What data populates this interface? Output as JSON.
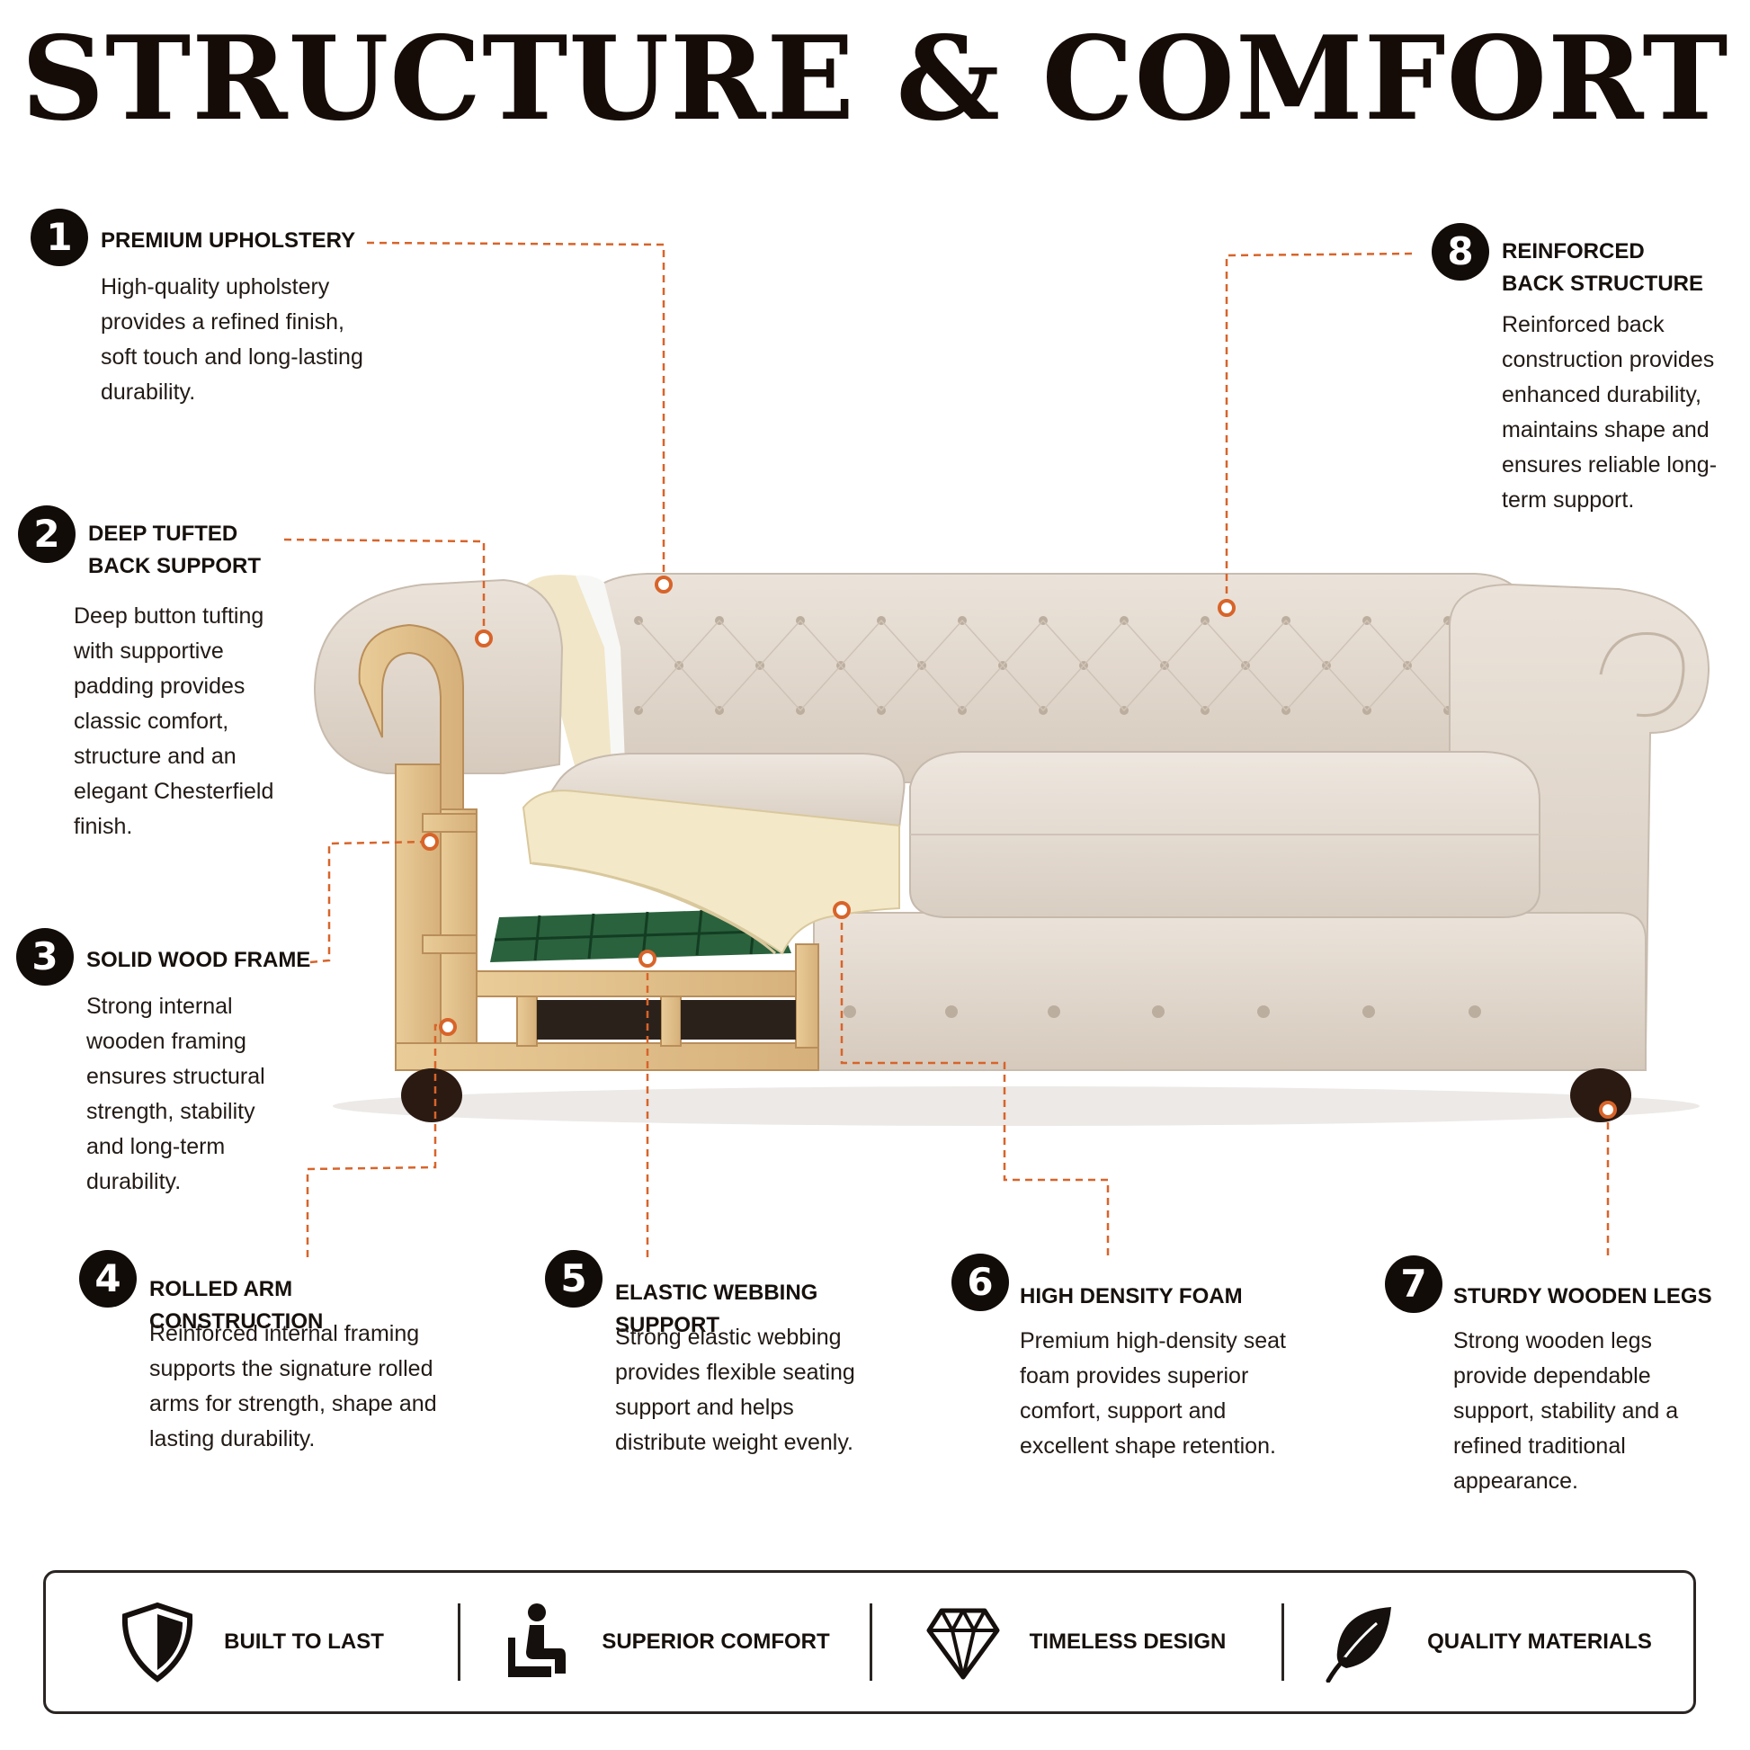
{
  "title": "STRUCTURE & COMFORT",
  "colors": {
    "leader": "#d8642a",
    "badge": "#120c09",
    "fabric": "#e4dbd1",
    "fabric_shadow": "#c9bdb0",
    "wood": "#e3c28c",
    "wood_dark": "#c9a069",
    "foam": "#f3e8c8",
    "webbing": "#1f5a33",
    "legs": "#2b1a12"
  },
  "callouts": [
    {
      "number": "1",
      "title": "PREMIUM UPHOLSTERY",
      "description": "High-quality upholstery provides a refined finish, soft touch and long-lasting durability."
    },
    {
      "number": "2",
      "title": "DEEP TUFTED BACK SUPPORT",
      "description": "Deep button tufting with supportive padding provides classic comfort, structure and an elegant Chesterfield finish."
    },
    {
      "number": "3",
      "title": "SOLID WOOD FRAME",
      "description": "Strong internal wooden framing ensures structural strength, stability and long-term durability."
    },
    {
      "number": "4",
      "title": "ROLLED ARM CONSTRUCTION",
      "description": "Reinforced internal framing supports the signature rolled arms for strength, shape and lasting durability."
    },
    {
      "number": "5",
      "title": "ELASTIC WEBBING SUPPORT",
      "description": "Strong elastic webbing provides flexible seating support and helps distribute weight evenly."
    },
    {
      "number": "6",
      "title": "HIGH DENSITY FOAM",
      "description": "Premium high-density seat foam provides superior comfort, support and excellent shape retention."
    },
    {
      "number": "7",
      "title": "STURDY WOODEN LEGS",
      "description": "Strong wooden legs provide dependable support, stability and a refined traditional appearance."
    },
    {
      "number": "8",
      "title": "REINFORCED BACK STRUCTURE",
      "description": "Reinforced back construction provides enhanced durability, maintains shape and ensures reliable long-term support."
    }
  ],
  "features": [
    {
      "icon": "shield-icon",
      "label": "BUILT TO LAST"
    },
    {
      "icon": "seated-person-icon",
      "label": "SUPERIOR COMFORT"
    },
    {
      "icon": "diamond-icon",
      "label": "TIMELESS DESIGN"
    },
    {
      "icon": "leaf-icon",
      "label": "QUALITY MATERIALS"
    }
  ]
}
